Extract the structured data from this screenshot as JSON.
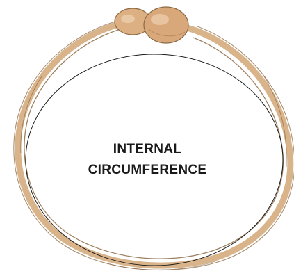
{
  "diagram": {
    "label_line1": "INTERNAL",
    "label_line2": "CIRCUMFERENCE",
    "colors": {
      "bangle_fill": "#d9b48a",
      "bangle_dark": "#8c6a44",
      "bead_fill": "#dcb083",
      "inner_line": "#1a1a1a",
      "text": "#1a1a1a"
    },
    "icons": [
      "bangle-ring-illustration",
      "bead-clasp-icon"
    ]
  }
}
